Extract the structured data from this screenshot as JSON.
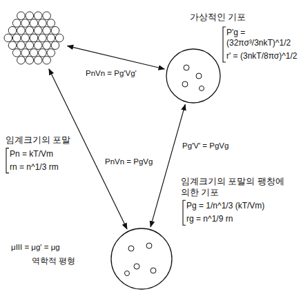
{
  "diagram": {
    "nodes": [
      {
        "text": [
          "임계크기의 포말",
          "Pn = kT/Vm",
          "rn = n^1/3 rm"
        ]
      },
      {
        "text": [
          "가상적인 기포",
          "P'g = (32πσ³/3nkT)^1/2",
          "r' = (3nkT/8πσ)^1/2"
        ]
      },
      {
        "text": [
          "임계크기의 포말의 팽창에 의한 기포",
          "Pg = 1/n^1/3 (kT/Vm)",
          "rg = n^1/9 rn"
        ]
      }
    ],
    "edges": [
      {
        "from": 0,
        "to": 1,
        "label": "PnVn = Pg'Vg'",
        "arrow": "both"
      },
      {
        "from": 0,
        "to": 2,
        "label": "PnVn = PgVg",
        "arrow": "both"
      },
      {
        "from": 1,
        "to": 2,
        "label": "Pg'V' = PgVg",
        "arrow": "both"
      }
    ],
    "labels": [
      "μIII = μg' = μg",
      "역학적 평형"
    ]
  }
}
